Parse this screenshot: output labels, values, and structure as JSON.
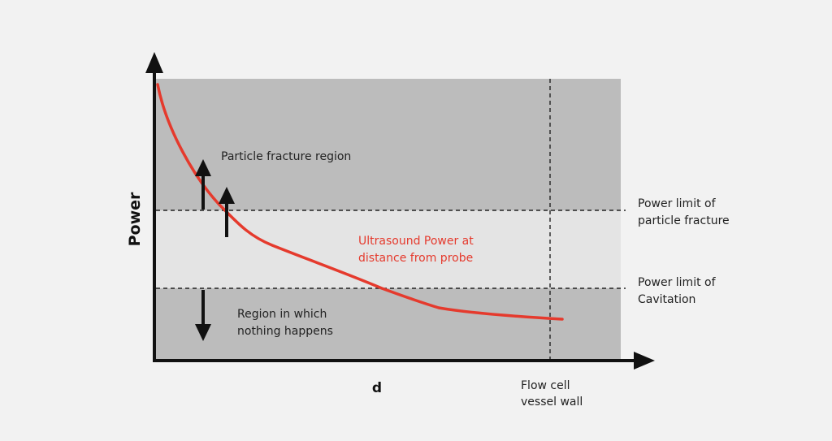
{
  "colors": {
    "background": "#f2f2f2",
    "region_dark": "#bcbcbc",
    "region_light": "#e4e4e4",
    "curve": "#e53a2d",
    "axis": "#111111"
  },
  "axes": {
    "y_label": "Power",
    "x_label": "d"
  },
  "labels": {
    "particle_fracture_region": "Particle fracture region",
    "nothing_happens_line1": "Region in which",
    "nothing_happens_line2": "nothing happens",
    "curve_line1": "Ultrasound Power at",
    "curve_line2": "distance from probe",
    "fracture_limit_line1": "Power limit of",
    "fracture_limit_line2": "particle fracture",
    "cavitation_limit_line1": "Power limit of",
    "cavitation_limit_line2": "Cavitation",
    "vessel_wall_line1": "Flow cell",
    "vessel_wall_line2": "vessel wall"
  }
}
